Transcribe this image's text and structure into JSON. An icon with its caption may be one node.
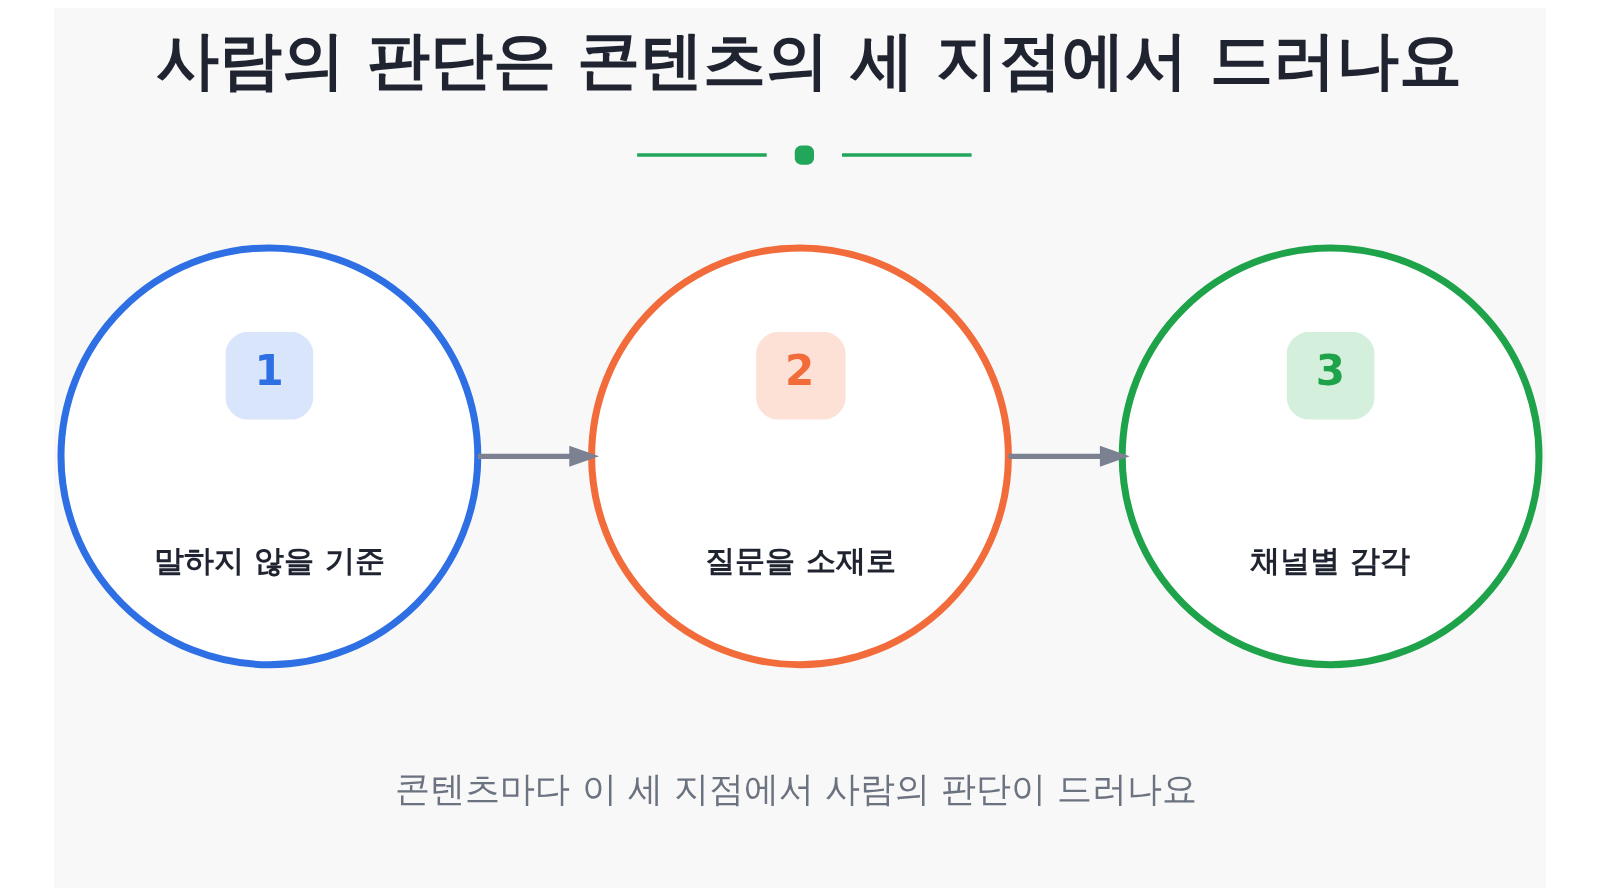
{
  "diagram": {
    "title": "사람의 판단은 콘텐츠의 세 지점에서 드러나요",
    "caption": "콘텐츠마다 이 세 지점에서 사람의 판단이 드러나요",
    "nodes": [
      {
        "text": [
          "1",
          "말하지 않을 기준"
        ]
      },
      {
        "text": [
          "2",
          "질문을 소재로"
        ]
      },
      {
        "text": [
          "3",
          "채널별 감각"
        ]
      }
    ],
    "edges": [
      {
        "from": 0,
        "to": 1,
        "arrow": "to"
      },
      {
        "from": 1,
        "to": 2,
        "arrow": "to"
      }
    ]
  }
}
